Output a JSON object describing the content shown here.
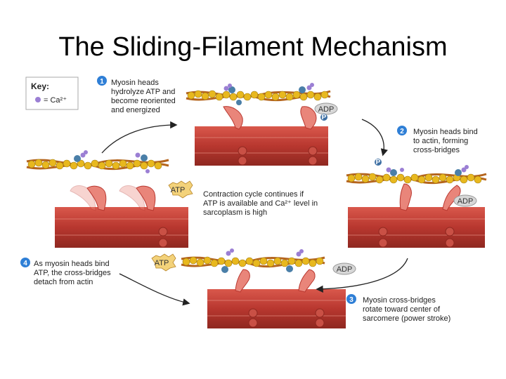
{
  "title": "The Sliding-Filament Mechanism",
  "key": {
    "heading": "Key:",
    "entry": "= Ca²⁺"
  },
  "steps": [
    {
      "number": "1",
      "lines": [
        "Myosin heads",
        "hydrolyze ATP and",
        "become reoriented",
        "and energized"
      ]
    },
    {
      "number": "2",
      "lines": [
        "Myosin heads bind",
        "to actin, forming",
        "cross-bridges"
      ]
    },
    {
      "number": "3",
      "lines": [
        "Myosin cross-bridges",
        "rotate toward center of",
        "sarcomere (power stroke)"
      ]
    },
    {
      "number": "4",
      "lines": [
        "As myosin heads bind",
        "ATP, the cross-bridges",
        "detach from actin"
      ]
    }
  ],
  "center_note": [
    "Contraction cycle continues if",
    "ATP is available and Ca²⁺ level in",
    "sarcoplasm is high"
  ],
  "molecules": {
    "adp": "ADP",
    "atp": "ATP",
    "p": "P"
  },
  "colors": {
    "badge": "#2f7fd6",
    "actin_bead": "#e8b81e",
    "actin_strand": "#b5651d",
    "myosin": "#b8372f",
    "myosin_head": "#e9857a",
    "ca_ion": "#9b7fd4",
    "arrow": "#222222"
  }
}
